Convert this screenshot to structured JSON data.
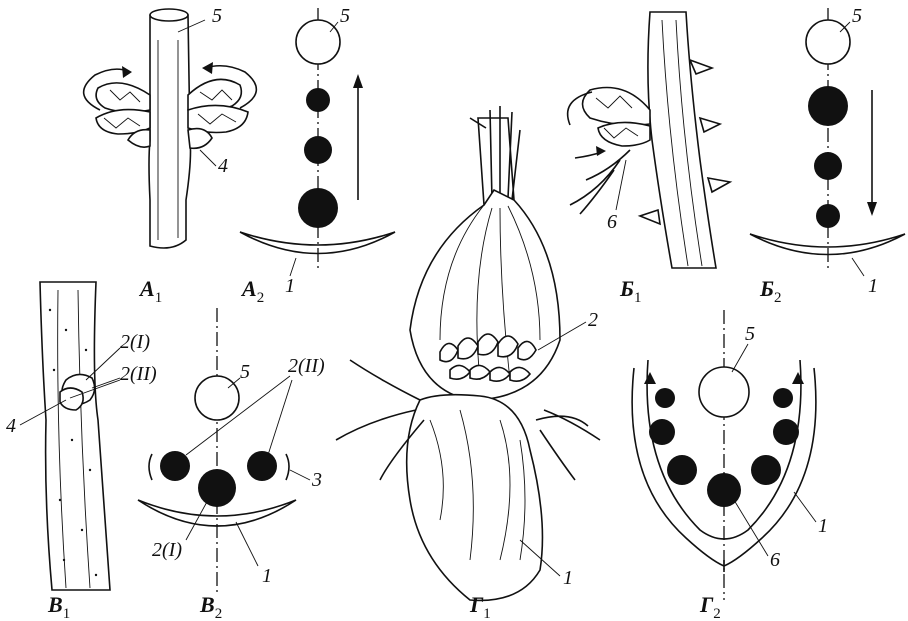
{
  "labels": {
    "n1": "1",
    "n2": "2",
    "n3": "3",
    "n4": "4",
    "n5": "5",
    "n6": "6",
    "n2_I": "2(I)",
    "n2_II": "2(II)"
  },
  "panels": {
    "a1": {
      "letter": "A",
      "index": "1"
    },
    "a2": {
      "letter": "A",
      "index": "2"
    },
    "b1": {
      "letter": "Б",
      "index": "1"
    },
    "b2": {
      "letter": "Б",
      "index": "2"
    },
    "v1": {
      "letter": "В",
      "index": "1"
    },
    "v2": {
      "letter": "В",
      "index": "2"
    },
    "g1": {
      "letter": "Г",
      "index": "1"
    },
    "g2": {
      "letter": "Г",
      "index": "2"
    }
  },
  "colors": {
    "ink": "#111111",
    "paper": "#ffffff"
  }
}
